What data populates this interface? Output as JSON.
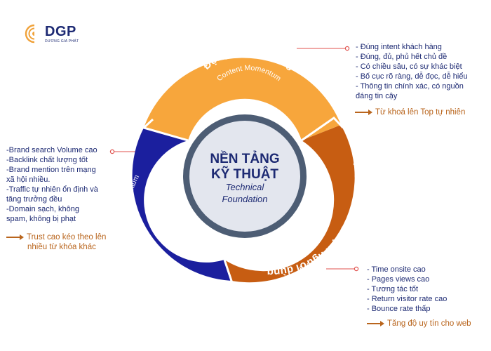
{
  "logo": {
    "brand": "DGP",
    "tagline": "DƯƠNG GIA PHÁT"
  },
  "center": {
    "line1": "NỀN TẢNG",
    "line2": "KỸ THUẬT",
    "en1": "Technical",
    "en2": "Foundation"
  },
  "segments": {
    "content": {
      "title": "Động lực nội dung",
      "subtitle": "Content Momentum",
      "color": "#f7a63c"
    },
    "authority": {
      "title": "Động lực uy tín",
      "subtitle": "Authority Momentum",
      "color": "#1b1f9e"
    },
    "signals": {
      "title": "Động lực trải nghiệm người dùng",
      "subtitle": "User Signals Momentum",
      "color": "#c75d12"
    }
  },
  "content_list": {
    "items": [
      "- Đúng intent khách hàng",
      "- Đúng, đủ, phủ hết chủ đề",
      "- Có chiều sâu, có sự khác biệt",
      "- Bố cục rõ ràng, dễ đọc, dễ hiểu",
      "- Thông tin chính xác, có nguồn",
      "đáng tin cậy"
    ],
    "result": "Từ khoá lên Top tự nhiên"
  },
  "authority_list": {
    "items": [
      "-Brand search Volume cao",
      "-Backlink chất lượng tốt",
      "-Brand mention trên mạng",
      "xã hội nhiều.",
      "-Traffic tự nhiên ổn định và",
      "tăng trưởng đều",
      "-Domain sạch, không",
      "spam, không bị phạt"
    ],
    "result1": "Trust cao kéo theo lên",
    "result2": "nhiều từ khóa khác"
  },
  "signals_list": {
    "items": [
      "- Time onsite cao",
      "- Pages views cao",
      "- Tương tác tốt",
      "- Return visitor rate cao",
      "- Bounce rate thấp"
    ],
    "result": "Tăng độ uy tín cho web"
  },
  "colors": {
    "navy": "#1d2a73",
    "accent": "#b9651d",
    "connector": "#e0524e",
    "inner_ring": "#4d5d74",
    "center_fill": "#e3e6ee"
  }
}
